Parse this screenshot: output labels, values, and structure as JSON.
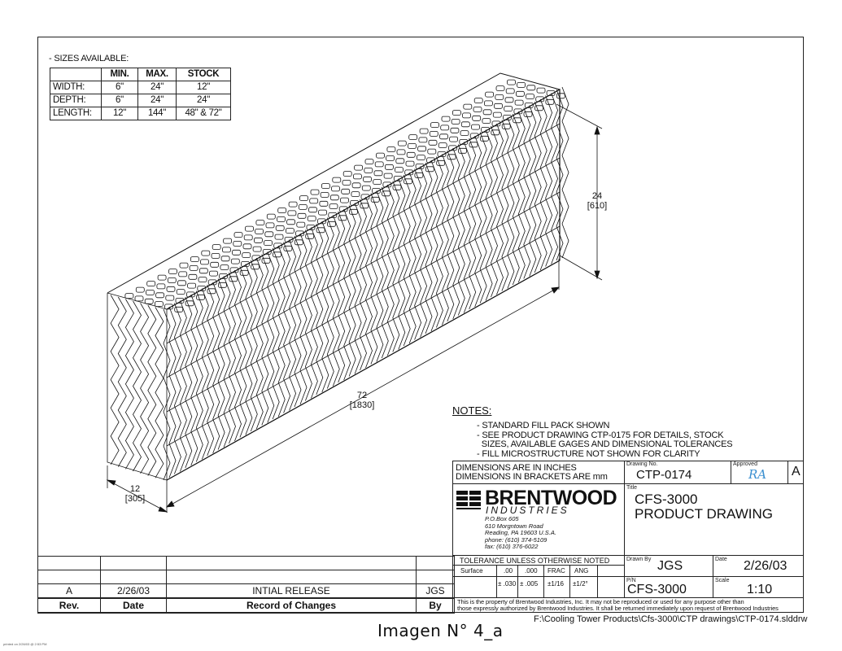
{
  "sizes": {
    "title": "- SIZES AVAILABLE:",
    "headers": [
      "",
      "MIN.",
      "MAX.",
      "STOCK"
    ],
    "rows": [
      [
        "WIDTH:",
        "6\"",
        "24\"",
        "12\""
      ],
      [
        "DEPTH:",
        "6\"",
        "24\"",
        "24\""
      ],
      [
        "LENGTH:",
        "12\"",
        "144\"",
        "48\" & 72\""
      ]
    ]
  },
  "dimensions": {
    "height": "24",
    "height_mm": "[610]",
    "length": "72",
    "length_mm": "[1830]",
    "width": "12",
    "width_mm": "[305]"
  },
  "notes": {
    "title": "NOTES:",
    "items": [
      "- STANDARD FILL PACK SHOWN",
      "- SEE PRODUCT DRAWING CTP-0175 FOR DETAILS, STOCK",
      "  SIZES, AVAILABLE GAGES AND DIMENSIONAL TOLERANCES",
      "- FILL MICROSTRUCTURE NOT SHOWN FOR CLARITY"
    ]
  },
  "title_block": {
    "dims_line1": "DIMENSIONS ARE IN INCHES",
    "dims_line2": "DIMENSIONS IN BRACKETS ARE mm",
    "drawing_no_label": "Drawing No.",
    "drawing_no": "CTP-0174",
    "approved_label": "Approved",
    "approved_value": "RA",
    "revision": "A",
    "title_label": "Title",
    "title_line1": "CFS-3000",
    "title_line2": "PRODUCT DRAWING",
    "company_name": "BRENTWOOD",
    "company_sub": "INDUSTRIES",
    "address": [
      "P.O.Box 605",
      "610 Morgntown Road",
      "Reading, PA  19603 U.S.A.",
      "phone: (610) 374-5109",
      "fax:    (610) 376-6022"
    ],
    "tolerance_title": "TOLERANCE UNLESS OTHERWISE NOTED",
    "tol_headers": [
      "Surface",
      ".00",
      ".000",
      "FRAC",
      "ANG"
    ],
    "tol_values": [
      "",
      "± .030",
      "± .005",
      "±1/16",
      "±1/2°"
    ],
    "drawn_by_label": "Drawn By",
    "drawn_by": "JGS",
    "date_label": "Date",
    "date": "2/26/03",
    "pn_label": "P/N",
    "pn": "CFS-3000",
    "scale_label": "Scale",
    "scale": "1:10",
    "legal_line1": "This is the property of Brentwood Industries, Inc. It may not be reproduced or used for  any purpose other than",
    "legal_line2": "those expressly authorized by Brentwood Industries. It shall be returned immediately upon request of Brentwood Industries"
  },
  "revisions": {
    "headers": [
      "Rev.",
      "Date",
      "Record of Changes",
      "By"
    ],
    "rows": [
      [
        "",
        "",
        "",
        ""
      ],
      [
        "",
        "",
        "",
        ""
      ],
      [
        "A",
        "2/26/03",
        "INTIAL RELEASE",
        "JGS"
      ]
    ]
  },
  "footer_path": "F:\\Cooling Tower Products\\Cfs-3000\\CTP drawings\\CTP-0174.slddrw",
  "caption": "Imagen N° 4_a",
  "printed_note": "printed on 2/26/03 @ 2:53 PM"
}
